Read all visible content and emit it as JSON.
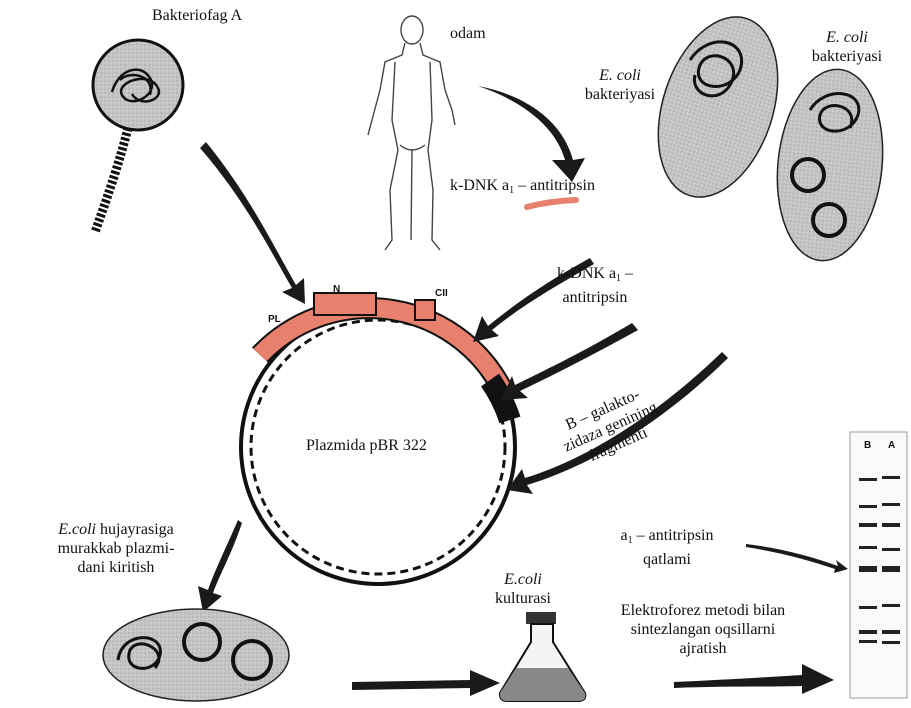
{
  "labels": {
    "phage": "Bakteriofag A",
    "human": "odam",
    "ecoli1": {
      "name": "E. coli",
      "word": "bakteriyasi"
    },
    "ecoli2": {
      "name": "E. coli",
      "word": "bakteriyasi"
    },
    "kdna1": {
      "prefix": "k-DNK a",
      "sub": "1",
      "suffix": " – antitripsin"
    },
    "kdna2": {
      "line1_prefix": "k-DNK a",
      "sub": "1",
      "line1_suffix": " –",
      "line2": "antitripsin"
    },
    "plasmid": "Plazmida pBR 322",
    "gene_PL": "PL",
    "gene_N": "N",
    "gene_CII": "CII",
    "galakto": [
      "B – galakto-",
      "zidaza genining",
      "fragmenti"
    ],
    "insert": [
      "hujayrasiga",
      "murakkab plazmi-",
      "dani kiritish"
    ],
    "insert_italic": "E.coli",
    "culture": {
      "name": "E.coli",
      "word": "kulturasi"
    },
    "layer": {
      "prefix": "a",
      "sub": "1",
      "suffix": " – antitripsin",
      "line2": "qatlami"
    },
    "electro": [
      "Elektroforez metodi bilan",
      "sintezlangan oqsillarni",
      "ajratish"
    ],
    "gel_B": "B",
    "gel_A": "A"
  },
  "colors": {
    "insert_segment": "#e8806e",
    "cell_fill": "#b8b8b8",
    "outline": "#111111",
    "arrow": "#1a1a1a"
  }
}
